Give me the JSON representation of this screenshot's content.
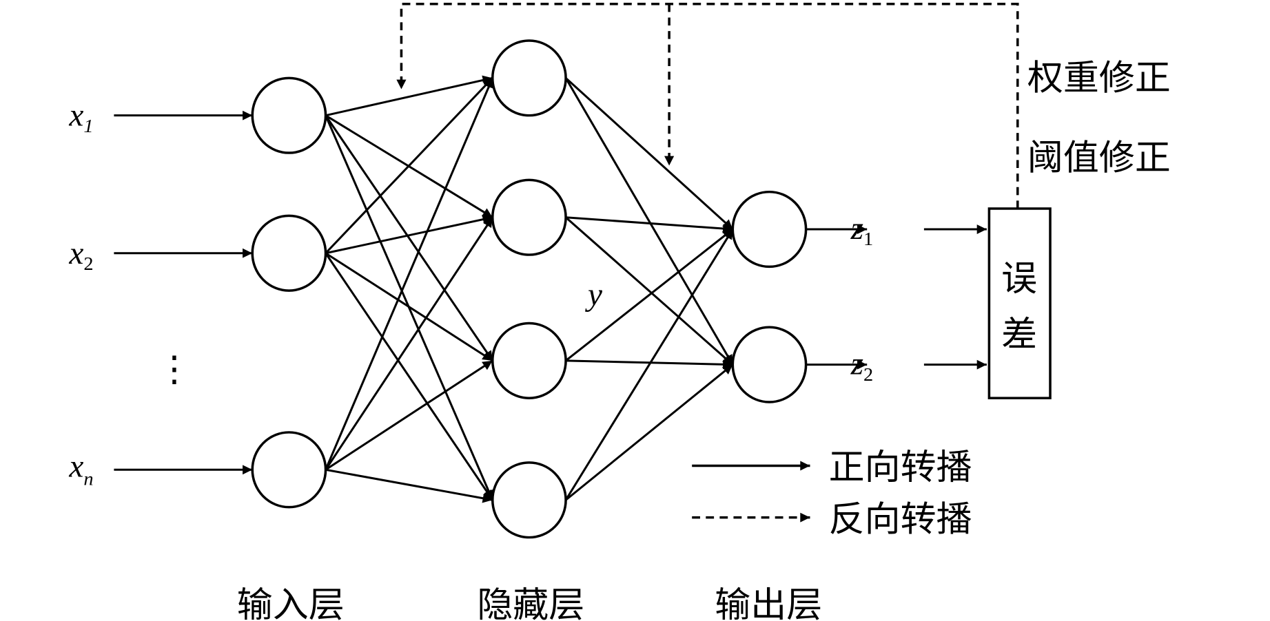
{
  "inputs": [
    {
      "label": "x",
      "sub": "1"
    },
    {
      "label": "x",
      "sub": "2"
    },
    {
      "label": "x",
      "sub": "n"
    }
  ],
  "ellipsis": "⋮",
  "hidden_var": "y",
  "outputs": [
    {
      "label": "z",
      "sub": "1"
    },
    {
      "label": "z",
      "sub": "2"
    }
  ],
  "error_box": [
    "误",
    "差"
  ],
  "feedback": {
    "weight": "权重修正",
    "threshold": "阈值修正"
  },
  "legend": {
    "forward": "正向转播",
    "backward": "反向转播"
  },
  "layers": {
    "input": "输入层",
    "hidden": "隐藏层",
    "output": "输出层"
  }
}
